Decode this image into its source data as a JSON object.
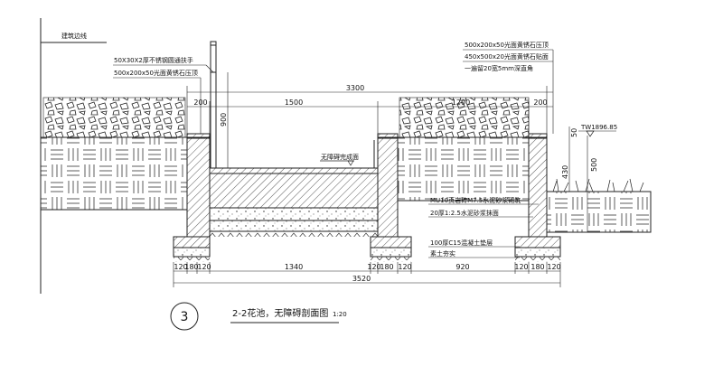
{
  "labels": {
    "building_line": "建筑边线",
    "handrail": "50X30X2厚不锈钢圆通扶手",
    "coping_left": "500x200x50光面黄锈石压顶",
    "coping_right": "500x200x50光面黄锈石压顶",
    "facing": "450x500x20光面黄锈石贴面",
    "groove": "一遍留20宽5mm深直角",
    "finish_surface": "无障碍完成面",
    "brick": "MU10页岩砖M7.5水泥砂浆砌筑",
    "plaster": "20厚1:2.5水泥砂浆抹面",
    "concrete": "100厚C15混凝土垫层",
    "soil": "素土夯实",
    "elevation": "TW1896.85"
  },
  "dimensions": {
    "top_total": "3300",
    "top_segments": [
      "200",
      "1500",
      "1200",
      "200"
    ],
    "rail_height": "900",
    "right_vertical": [
      "50",
      "430",
      "500"
    ],
    "bottom_segments": [
      "120",
      "180",
      "120",
      "1340",
      "120",
      "180",
      "120",
      "920",
      "120",
      "180",
      "120"
    ],
    "bottom_total": "3520"
  },
  "title": {
    "number": "3",
    "name": "2-2花池，无障碍剖面图",
    "scale": "1:20"
  }
}
